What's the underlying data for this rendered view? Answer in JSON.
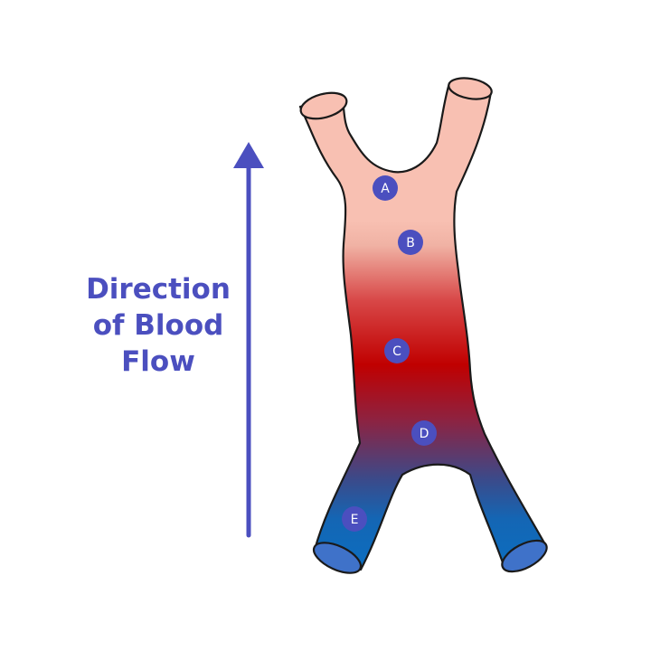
{
  "flow_label": {
    "line1": "Direction",
    "line2": "of Blood",
    "line3": "Flow"
  },
  "markers": {
    "a": "A",
    "b": "B",
    "c": "C",
    "d": "D",
    "e": "E"
  },
  "colors": {
    "accent": "#4b4fbf",
    "oxygenated": "#c00000",
    "deoxygenated": "#0a6fc2",
    "light": "#f7c0b4"
  }
}
